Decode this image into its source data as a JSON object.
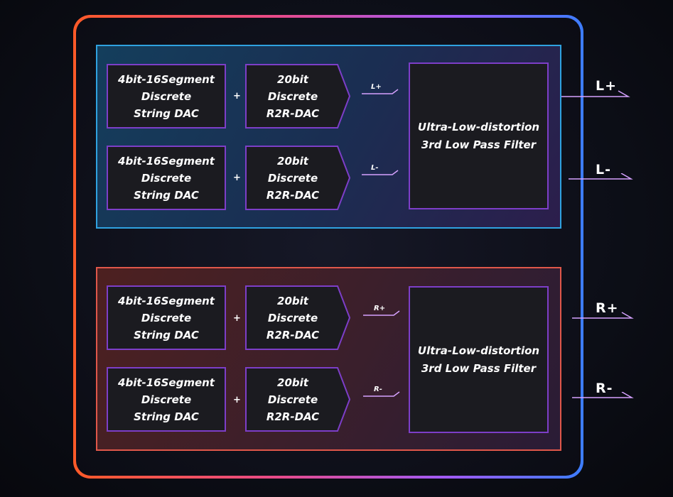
{
  "seg_dac": {
    "line1": "4bit-16Segment",
    "line2": "Discrete",
    "line3": "String DAC"
  },
  "r2r_dac": {
    "line1": "20bit",
    "line2": "Discrete",
    "line3": "R2R-DAC"
  },
  "plus_sign": "+",
  "filter": {
    "line1": "Ultra-Low-distortion",
    "line2": "3rd Low Pass Filter"
  },
  "signals": {
    "l_plus": "L+",
    "l_minus": "L-",
    "r_plus": "R+",
    "r_minus": "R-"
  },
  "outputs": {
    "l_plus": "L+",
    "l_minus": "L-",
    "r_plus": "R+",
    "r_minus": "R-"
  },
  "colors": {
    "top_panel_border": "#2fa2e0",
    "bottom_panel_border": "#e0574a",
    "box_border": "#7d3ec8",
    "signal_line": "#d6a2ff"
  }
}
